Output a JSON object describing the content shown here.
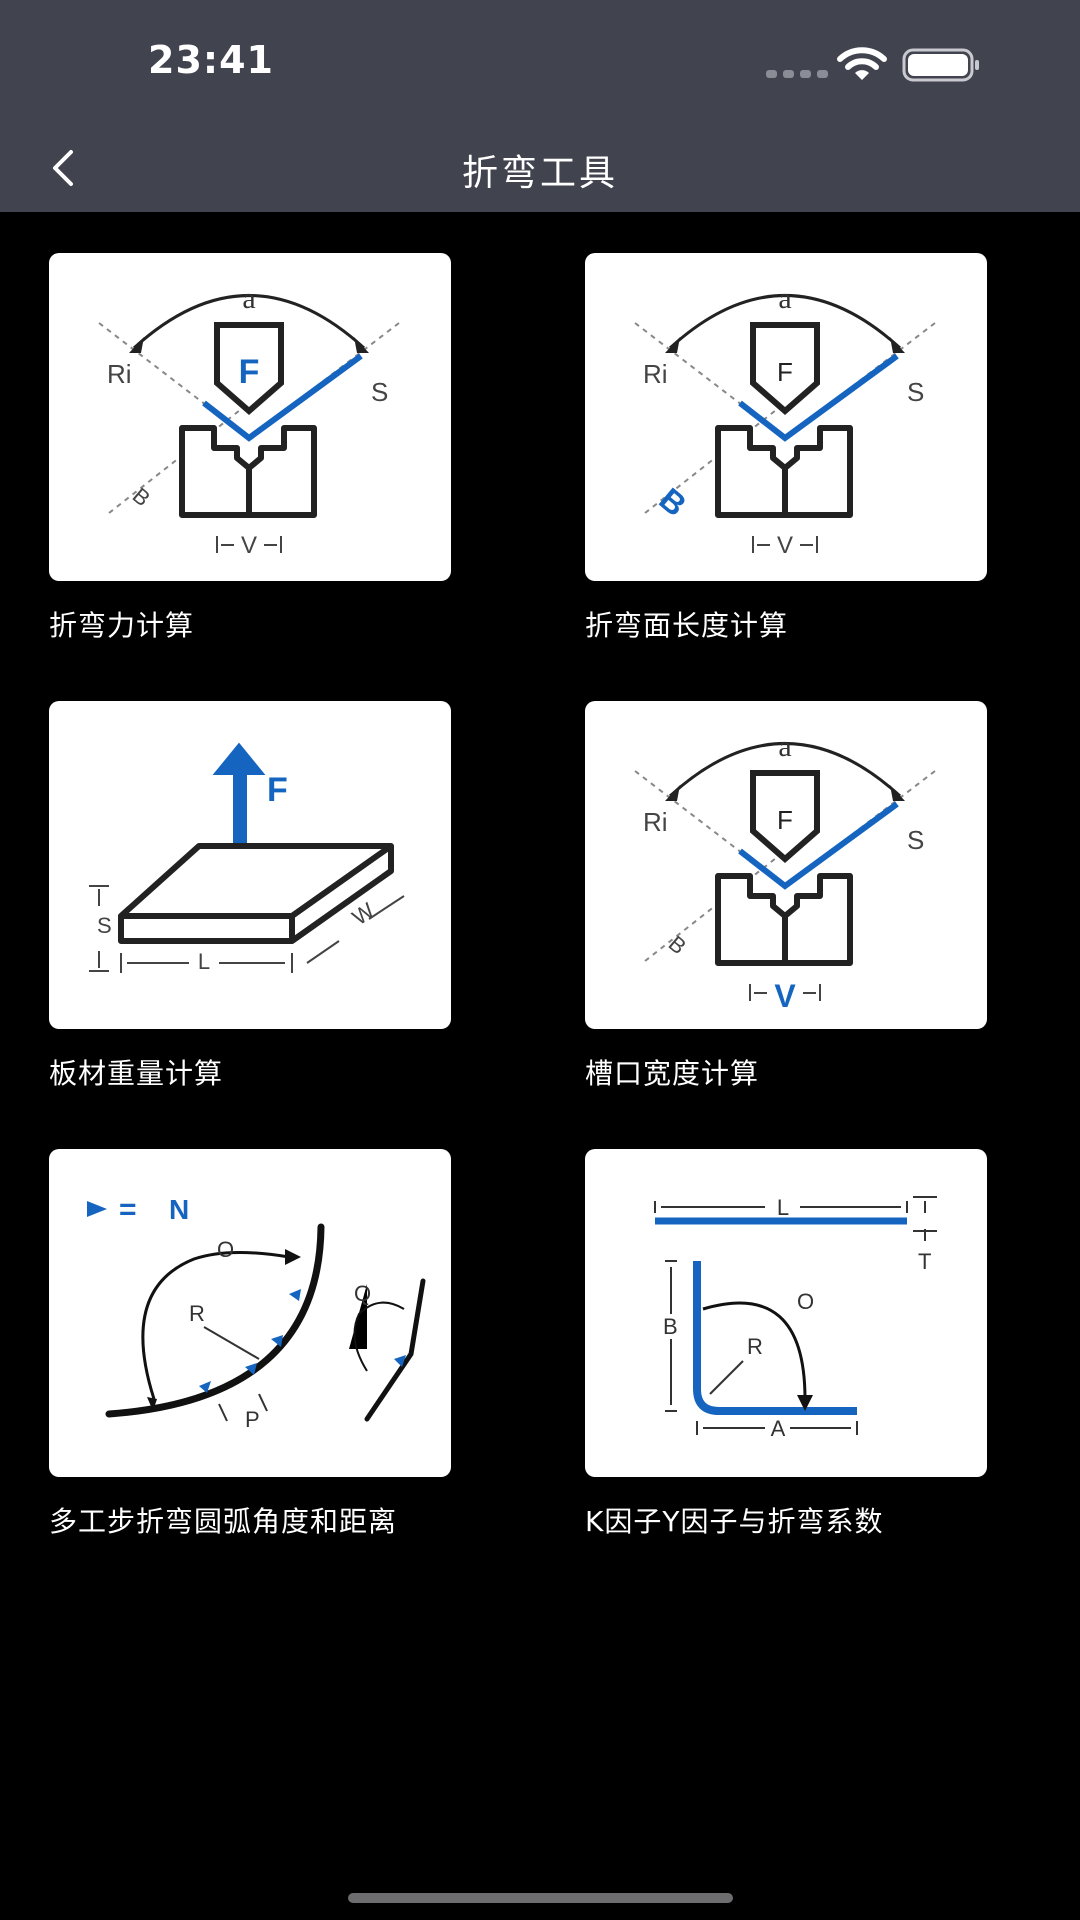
{
  "status_bar": {
    "time": "23:41"
  },
  "nav": {
    "title": "折弯工具"
  },
  "tools": [
    {
      "label": "折弯力计算",
      "icon": "bend-force-icon"
    },
    {
      "label": "折弯面长度计算",
      "icon": "flange-length-icon"
    },
    {
      "label": "板材重量计算",
      "icon": "sheet-weight-icon"
    },
    {
      "label": "槽口宽度计算",
      "icon": "die-opening-icon"
    },
    {
      "label": "多工步折弯圆弧角度和距离",
      "icon": "multi-step-arc-icon"
    },
    {
      "label": "K因子Y因子与折弯系数",
      "icon": "k-factor-icon"
    }
  ],
  "diagram_text": {
    "angle": "a",
    "radius_in": "Ri",
    "force": "F",
    "thickness": "S",
    "flange": "B",
    "opening": "V",
    "length": "L",
    "width": "W",
    "normal": "N",
    "outer": "O",
    "radius": "R",
    "pitch": "P",
    "q": "Q",
    "t": "T",
    "a_len": "A",
    "equals": "="
  },
  "colors": {
    "accent": "#1565c0",
    "header_bg": "#41434f",
    "page_bg": "#000000",
    "card_bg": "#ffffff"
  }
}
